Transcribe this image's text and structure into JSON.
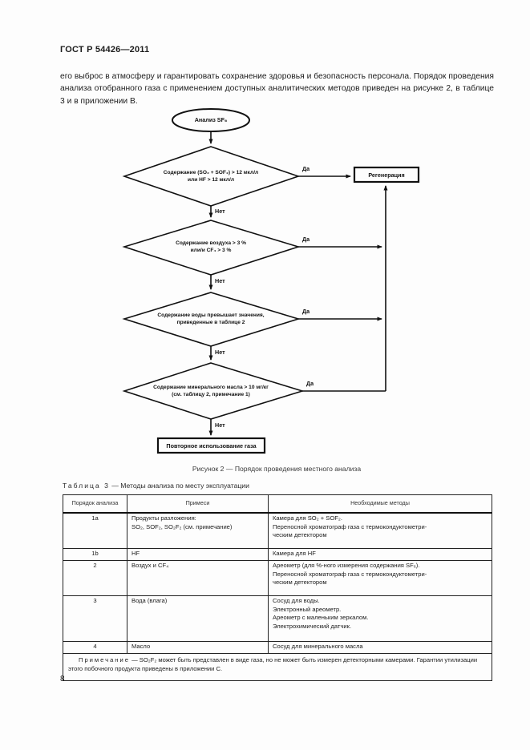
{
  "page": {
    "standard_code": "ГОСТ Р 54426—2011",
    "number": "8"
  },
  "intro_paragraph": "его выброс в атмосферу и гарантировать сохранение здоровья и безопасность персонала. Порядок проведения анализа отобранного газа с применением доступных аналитических методов приведен на рисунке 2, в таблице 3 и в приложении В.",
  "flowchart": {
    "start": "Анализ SF₆",
    "decisions": [
      {
        "text": "Содержание (SO₂ + SOF₂) > 12 мкл/л\nили HF > 12 мкл/л"
      },
      {
        "text": "Содержание воздуха > 3 %\nили/и CF₄ > 3 %"
      },
      {
        "text": "Содержание воды превышает значения,\nприведенные в таблице 2"
      },
      {
        "text": "Содержание минерального масла > 10 мг/кг\n(см. таблицу 2, примечание 1)"
      }
    ],
    "yes_label": "Да",
    "no_label": "Нет",
    "regeneration": "Регенерация",
    "end": "Повторное использование газа",
    "caption": "Рисунок 2 — Порядок проведения местного анализа"
  },
  "table": {
    "title_label": "Таблица 3",
    "title_text": "— Методы анализа по месту эксплуатации",
    "headers": [
      "Порядок анализа",
      "Примеси",
      "Необходимые методы"
    ],
    "rows": [
      {
        "order": "1a",
        "impurity": "Продукты разложения:\nSO₂, SOF₂, SO₂F₂ (см. примечание)",
        "methods": "Камера для SO₂ + SOF₂.\nПереносной хроматограф газа с термокондуктометри-\nческим детектором"
      },
      {
        "order": "1b",
        "impurity": "HF",
        "methods": "Камера для HF"
      },
      {
        "order": "2",
        "impurity": "Воздух и CF₄",
        "methods": "Ареометр (для %-ного измерения содержания SF₆).\nПереносной хроматограф газа с термокондуктометри-\nческим детектором"
      },
      {
        "order": "3",
        "impurity": "Вода (влага)",
        "methods": "Сосуд для воды.\nЭлектронный ареометр.\nАреометр с маленьким зеркалом.\nЭлектрохимический датчик."
      },
      {
        "order": "4",
        "impurity": "Масло",
        "methods": "Сосуд для минерального масла"
      }
    ],
    "note_label": "Примечание",
    "note_text": "— SO₂F₂ может быть представлен в виде газа, но не может быть измерен детекторными камерами. Гарантии утилизации этого побочного продукта приведены в приложении С."
  }
}
